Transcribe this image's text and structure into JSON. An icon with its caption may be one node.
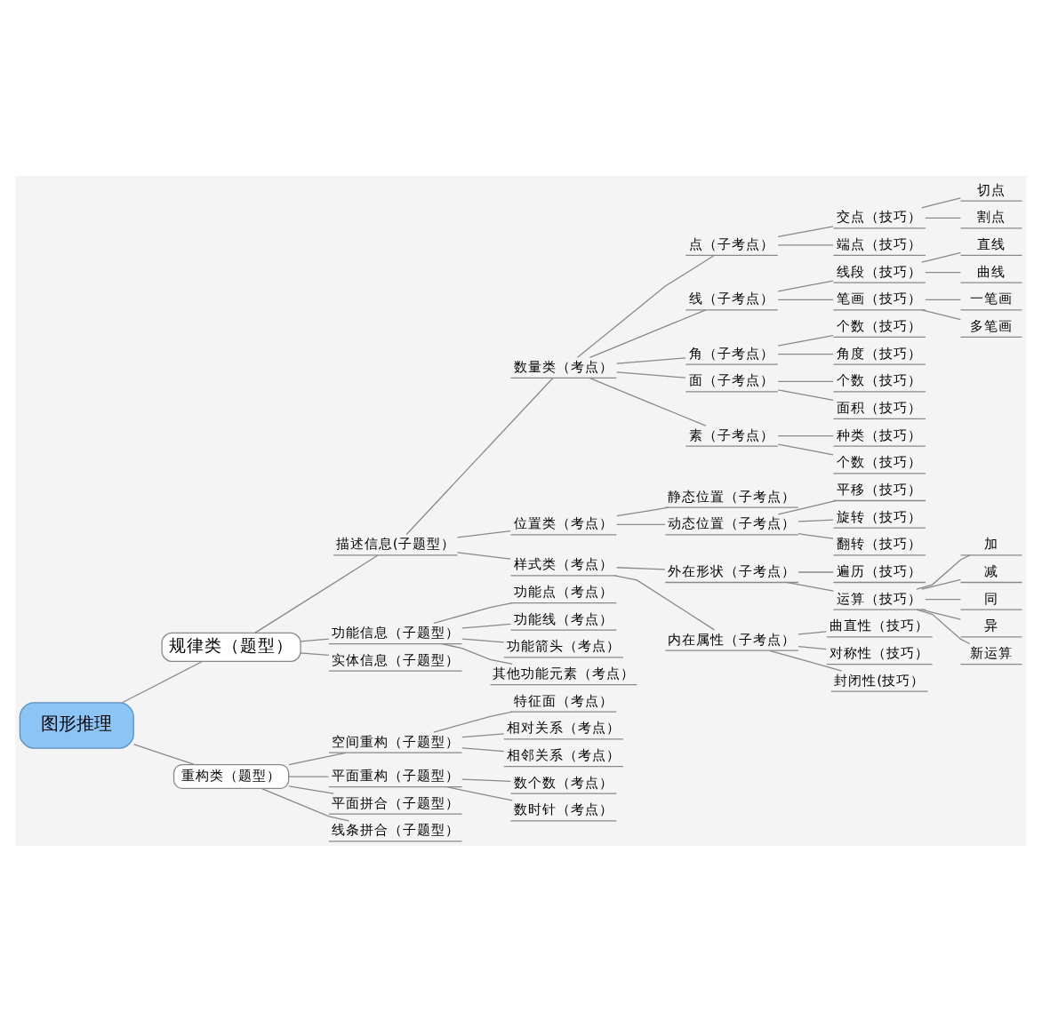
{
  "diagram": {
    "nodes": [
      {
        "text": [
          "图形推理"
        ]
      },
      {
        "text": [
          "规律类（题型）"
        ]
      },
      {
        "text": [
          "描述信息(子题型）"
        ]
      },
      {
        "text": [
          "数量类（考点）"
        ]
      },
      {
        "text": [
          "点（子考点）"
        ]
      },
      {
        "text": [
          "交点（技巧）"
        ]
      },
      {
        "text": [
          "切点"
        ]
      },
      {
        "text": [
          "割点"
        ]
      },
      {
        "text": [
          "端点（技巧）"
        ]
      },
      {
        "text": [
          "线（子考点）"
        ]
      },
      {
        "text": [
          "线段（技巧）"
        ]
      },
      {
        "text": [
          "直线"
        ]
      },
      {
        "text": [
          "曲线"
        ]
      },
      {
        "text": [
          "笔画（技巧）"
        ]
      },
      {
        "text": [
          "一笔画"
        ]
      },
      {
        "text": [
          "多笔画"
        ]
      },
      {
        "text": [
          "角（子考点）"
        ]
      },
      {
        "text": [
          "个数（技巧）"
        ]
      },
      {
        "text": [
          "角度（技巧）"
        ]
      },
      {
        "text": [
          "面（子考点）"
        ]
      },
      {
        "text": [
          "个数（技巧）"
        ]
      },
      {
        "text": [
          "面积（技巧）"
        ]
      },
      {
        "text": [
          "素（子考点）"
        ]
      },
      {
        "text": [
          "种类（技巧）"
        ]
      },
      {
        "text": [
          "个数（技巧）"
        ]
      },
      {
        "text": [
          "位置类（考点）"
        ]
      },
      {
        "text": [
          "静态位置（子考点）"
        ]
      },
      {
        "text": [
          "动态位置（子考点）"
        ]
      },
      {
        "text": [
          "平移（技巧）"
        ]
      },
      {
        "text": [
          "旋转（技巧）"
        ]
      },
      {
        "text": [
          "翻转（技巧）"
        ]
      },
      {
        "text": [
          "样式类（考点）"
        ]
      },
      {
        "text": [
          "外在形状（子考点）"
        ]
      },
      {
        "text": [
          "遍历（技巧）"
        ]
      },
      {
        "text": [
          "运算（技巧）"
        ]
      },
      {
        "text": [
          "加"
        ]
      },
      {
        "text": [
          "减"
        ]
      },
      {
        "text": [
          "同"
        ]
      },
      {
        "text": [
          "异"
        ]
      },
      {
        "text": [
          "新运算"
        ]
      },
      {
        "text": [
          "内在属性（子考点）"
        ]
      },
      {
        "text": [
          "曲直性（技巧）"
        ]
      },
      {
        "text": [
          "对称性（技巧）"
        ]
      },
      {
        "text": [
          "封闭性(技巧）"
        ]
      },
      {
        "text": [
          "功能信息（子题型）"
        ]
      },
      {
        "text": [
          "功能点（考点）"
        ]
      },
      {
        "text": [
          "功能线（考点）"
        ]
      },
      {
        "text": [
          "功能箭头（考点）"
        ]
      },
      {
        "text": [
          "其他功能元素（考点）"
        ]
      },
      {
        "text": [
          "实体信息（子题型）"
        ]
      },
      {
        "text": [
          "重构类（题型）"
        ]
      },
      {
        "text": [
          "空间重构（子题型）"
        ]
      },
      {
        "text": [
          "特征面（考点）"
        ]
      },
      {
        "text": [
          "相对关系（考点）"
        ]
      },
      {
        "text": [
          "相邻关系（考点）"
        ]
      },
      {
        "text": [
          "平面重构（子题型）"
        ]
      },
      {
        "text": [
          "数个数（考点）"
        ]
      },
      {
        "text": [
          "数时针（考点）"
        ]
      },
      {
        "text": [
          "平面拼合（子题型）"
        ]
      },
      {
        "text": [
          "线条拼合（子题型）"
        ]
      }
    ],
    "edges": [
      {
        "from": 0,
        "to": 1,
        "arrow": "none"
      },
      {
        "from": 1,
        "to": 2,
        "arrow": "none"
      },
      {
        "from": 2,
        "to": 3,
        "arrow": "none"
      },
      {
        "from": 3,
        "to": 4,
        "arrow": "none"
      },
      {
        "from": 4,
        "to": 5,
        "arrow": "none"
      },
      {
        "from": 5,
        "to": 6,
        "arrow": "none"
      },
      {
        "from": 5,
        "to": 7,
        "arrow": "none"
      },
      {
        "from": 4,
        "to": 8,
        "arrow": "none"
      },
      {
        "from": 3,
        "to": 9,
        "arrow": "none"
      },
      {
        "from": 9,
        "to": 10,
        "arrow": "none"
      },
      {
        "from": 10,
        "to": 11,
        "arrow": "none"
      },
      {
        "from": 10,
        "to": 12,
        "arrow": "none"
      },
      {
        "from": 9,
        "to": 13,
        "arrow": "none"
      },
      {
        "from": 13,
        "to": 14,
        "arrow": "none"
      },
      {
        "from": 13,
        "to": 15,
        "arrow": "none"
      },
      {
        "from": 3,
        "to": 16,
        "arrow": "none"
      },
      {
        "from": 16,
        "to": 17,
        "arrow": "none"
      },
      {
        "from": 16,
        "to": 18,
        "arrow": "none"
      },
      {
        "from": 3,
        "to": 19,
        "arrow": "none"
      },
      {
        "from": 19,
        "to": 20,
        "arrow": "none"
      },
      {
        "from": 19,
        "to": 21,
        "arrow": "none"
      },
      {
        "from": 3,
        "to": 22,
        "arrow": "none"
      },
      {
        "from": 22,
        "to": 23,
        "arrow": "none"
      },
      {
        "from": 22,
        "to": 24,
        "arrow": "none"
      },
      {
        "from": 2,
        "to": 25,
        "arrow": "none"
      },
      {
        "from": 25,
        "to": 26,
        "arrow": "none"
      },
      {
        "from": 25,
        "to": 27,
        "arrow": "none"
      },
      {
        "from": 27,
        "to": 28,
        "arrow": "none"
      },
      {
        "from": 27,
        "to": 29,
        "arrow": "none"
      },
      {
        "from": 27,
        "to": 30,
        "arrow": "none"
      },
      {
        "from": 2,
        "to": 31,
        "arrow": "none"
      },
      {
        "from": 31,
        "to": 32,
        "arrow": "none"
      },
      {
        "from": 32,
        "to": 33,
        "arrow": "none"
      },
      {
        "from": 32,
        "to": 34,
        "arrow": "none"
      },
      {
        "from": 34,
        "to": 35,
        "arrow": "none"
      },
      {
        "from": 34,
        "to": 36,
        "arrow": "none"
      },
      {
        "from": 34,
        "to": 37,
        "arrow": "none"
      },
      {
        "from": 34,
        "to": 38,
        "arrow": "none"
      },
      {
        "from": 34,
        "to": 39,
        "arrow": "none"
      },
      {
        "from": 31,
        "to": 40,
        "arrow": "none"
      },
      {
        "from": 40,
        "to": 41,
        "arrow": "none"
      },
      {
        "from": 40,
        "to": 42,
        "arrow": "none"
      },
      {
        "from": 40,
        "to": 43,
        "arrow": "none"
      },
      {
        "from": 1,
        "to": 44,
        "arrow": "none"
      },
      {
        "from": 44,
        "to": 45,
        "arrow": "none"
      },
      {
        "from": 44,
        "to": 46,
        "arrow": "none"
      },
      {
        "from": 44,
        "to": 47,
        "arrow": "none"
      },
      {
        "from": 44,
        "to": 48,
        "arrow": "none"
      },
      {
        "from": 1,
        "to": 49,
        "arrow": "none"
      },
      {
        "from": 0,
        "to": 50,
        "arrow": "none"
      },
      {
        "from": 50,
        "to": 51,
        "arrow": "none"
      },
      {
        "from": 51,
        "to": 52,
        "arrow": "none"
      },
      {
        "from": 51,
        "to": 53,
        "arrow": "none"
      },
      {
        "from": 51,
        "to": 54,
        "arrow": "none"
      },
      {
        "from": 50,
        "to": 55,
        "arrow": "none"
      },
      {
        "from": 55,
        "to": 56,
        "arrow": "none"
      },
      {
        "from": 55,
        "to": 57,
        "arrow": "none"
      },
      {
        "from": 50,
        "to": 58,
        "arrow": "none"
      },
      {
        "from": 50,
        "to": 59,
        "arrow": "none"
      }
    ]
  }
}
